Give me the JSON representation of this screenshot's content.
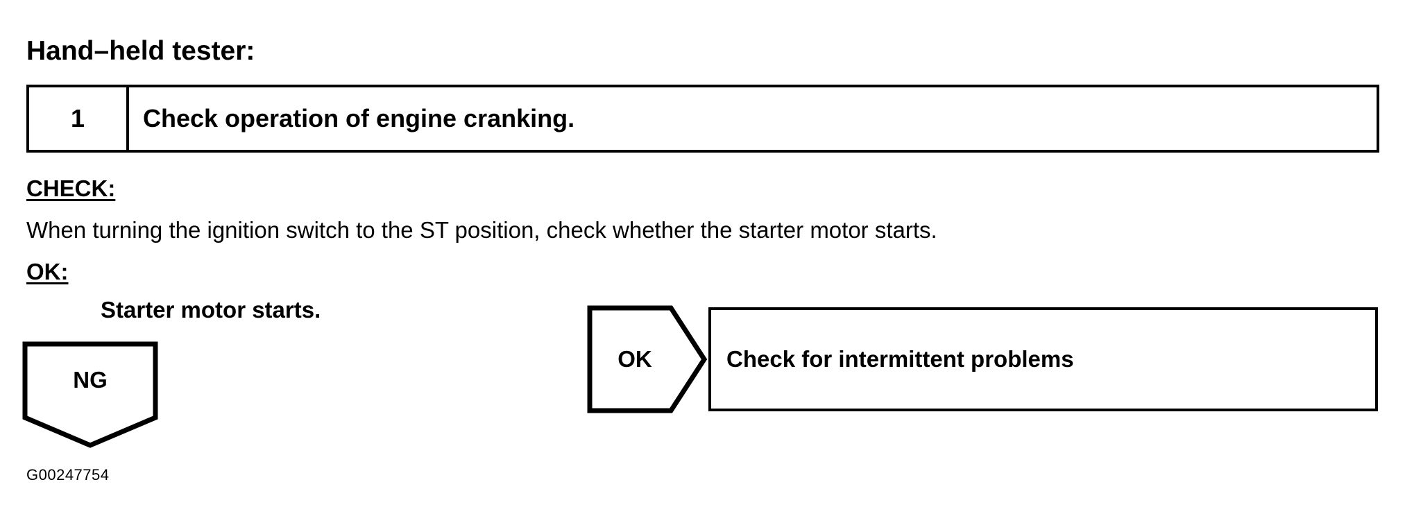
{
  "document": {
    "title": "Hand–held tester:",
    "figure_id": "G00247754"
  },
  "step_table": {
    "columns": [
      "step_number",
      "step_description"
    ],
    "rows": [
      {
        "number": "1",
        "description": "Check operation of engine cranking."
      }
    ]
  },
  "details": {
    "check_label": "CHECK:",
    "check_text": "When turning the ignition switch to the ST position, check whether the starter motor starts.",
    "ok_label": "OK:",
    "ok_text": "Starter motor starts."
  },
  "flow": {
    "ng_connector": {
      "label": "NG",
      "shape": "pentagon-down"
    },
    "ok_connector": {
      "label": "OK",
      "shape": "pentagon-right"
    },
    "ok_result": {
      "text": "Check for intermittent problems"
    }
  },
  "colors": {
    "ink": "#000000",
    "paper": "#ffffff"
  }
}
